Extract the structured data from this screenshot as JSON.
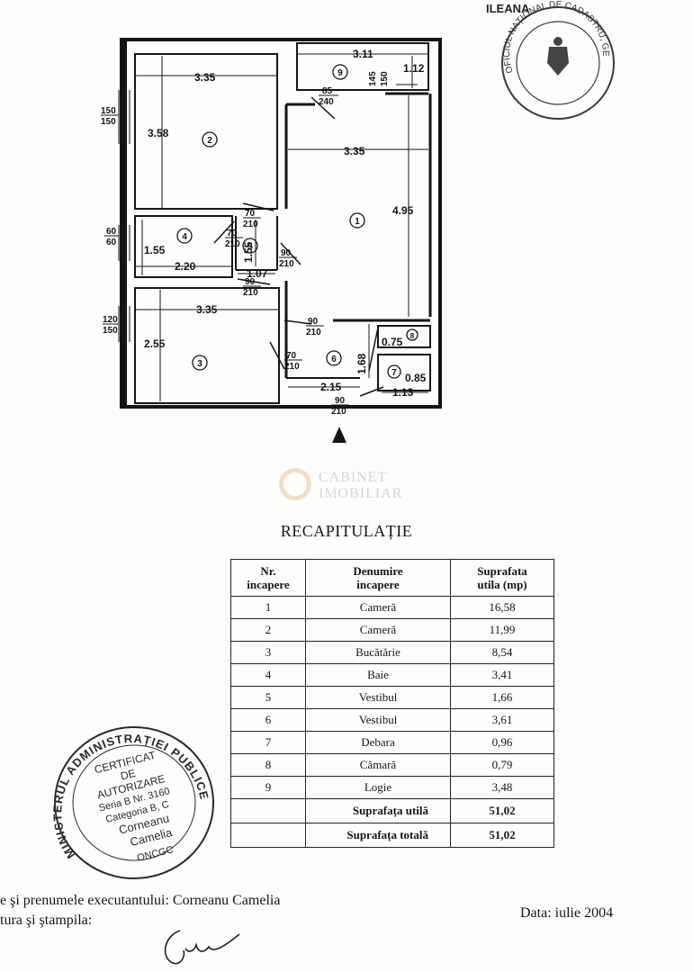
{
  "plan": {
    "dimensions": {
      "r2_width": "3.35",
      "r2_height": "3.58",
      "r9_width": "3.11",
      "r9_height": "1.12",
      "r1_width": "3.35",
      "r1_height": "4.95",
      "r4_width": "2.20",
      "r4_height": "1.55",
      "r5_height": "1.55",
      "r5_width": "1.07",
      "r3_width": "3.35",
      "r3_height": "2.55",
      "r6_height": "1.68",
      "r6_width": "2.15",
      "r8_height": "0.75",
      "r7_height": "0.85",
      "r7_width": "1.13"
    },
    "door_tags": [
      {
        "top": "85",
        "bottom": "240"
      },
      {
        "top": "70",
        "bottom": "210"
      },
      {
        "top": "70",
        "bottom": "210"
      },
      {
        "top": "90",
        "bottom": "210"
      },
      {
        "top": "90",
        "bottom": "210"
      },
      {
        "top": "90",
        "bottom": "210"
      },
      {
        "top": "70",
        "bottom": "210"
      },
      {
        "top": "90",
        "bottom": "210"
      }
    ],
    "window_tags": [
      {
        "top": "150",
        "bottom": "150"
      },
      {
        "top": "60",
        "bottom": "60"
      },
      {
        "top": "120",
        "bottom": "150"
      },
      {
        "top": "145",
        "bottom": "150"
      }
    ],
    "room_numbers": [
      "1",
      "2",
      "3",
      "4",
      "5",
      "6",
      "7",
      "8",
      "9"
    ]
  },
  "watermark": {
    "line1": "CABINET",
    "line2": "IMOBILIAR"
  },
  "recap": {
    "title": "RECAPITULAȚIE",
    "headers": {
      "col1_line1": "Nr.",
      "col1_line2": "incapere",
      "col2_line1": "Denumire",
      "col2_line2": "incapere",
      "col3_line1": "Suprafata",
      "col3_line2": "utila (mp)"
    },
    "rows": [
      {
        "nr": "1",
        "name": "Cameră",
        "area": "16,58"
      },
      {
        "nr": "2",
        "name": "Cameră",
        "area": "11,99"
      },
      {
        "nr": "3",
        "name": "Bucătărie",
        "area": "8,54"
      },
      {
        "nr": "4",
        "name": "Baie",
        "area": "3,41"
      },
      {
        "nr": "5",
        "name": "Vestibul",
        "area": "1,66"
      },
      {
        "nr": "6",
        "name": "Vestibul",
        "area": "3,61"
      },
      {
        "nr": "7",
        "name": "Debara",
        "area": "0,96"
      },
      {
        "nr": "8",
        "name": "Cămară",
        "area": "0,79"
      },
      {
        "nr": "9",
        "name": "Logie",
        "area": "3,48"
      }
    ],
    "useful_label": "Suprafața utilă",
    "useful_value": "51,02",
    "total_label": "Suprafața totală",
    "total_value": "51,02"
  },
  "stamp": {
    "ring_text": "MINISTERUL ADMINISTRAȚIEI PUBLICE",
    "lines": [
      "CERTIFICAT",
      "DE",
      "AUTORIZARE",
      "Seria B Nr. 3160",
      "Categoria B, C",
      "Corneanu",
      "Camelia",
      "ONCGC"
    ]
  },
  "seal": {
    "ring_text": "OFICIUL NAȚIONAL DE CADASTRU, GEODEZIE ȘI CARTOGRAFIE",
    "top_text": "ILEANA"
  },
  "footer": {
    "executant": "e şi prenumele executantului: Corneanu Camelia",
    "signature_label": "tura şi ştampila:",
    "date": "Data: iulie 2004"
  }
}
